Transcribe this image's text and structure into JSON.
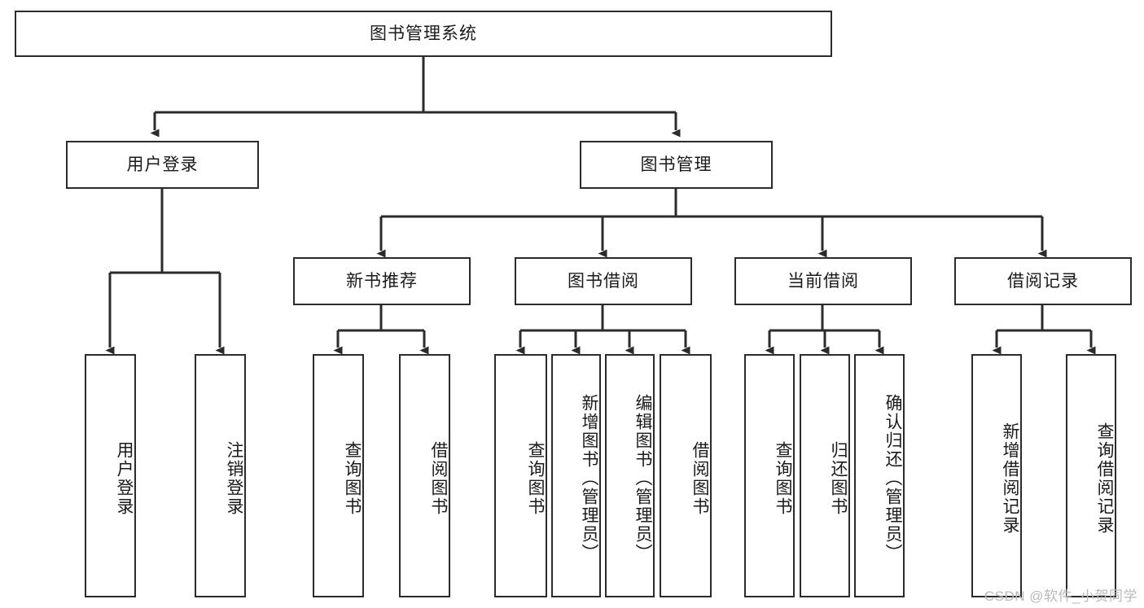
{
  "diagram": {
    "title": "图书管理系统",
    "type": "hierarchy-tree",
    "root": {
      "label": "图书管理系统"
    },
    "level2": [
      {
        "label": "用户登录"
      },
      {
        "label": "图书管理"
      }
    ],
    "level3": [
      {
        "label": "新书推荐"
      },
      {
        "label": "图书借阅"
      },
      {
        "label": "当前借阅"
      },
      {
        "label": "借阅记录"
      }
    ],
    "leaves": [
      {
        "label": "用户登录",
        "parent": "用户登录"
      },
      {
        "label": "注销登录",
        "parent": "用户登录"
      },
      {
        "label": "查询图书",
        "parent": "新书推荐"
      },
      {
        "label": "借阅图书",
        "parent": "新书推荐"
      },
      {
        "label": "查询图书",
        "parent": "图书借阅"
      },
      {
        "label": "新增图书（管理员）",
        "parent": "图书借阅"
      },
      {
        "label": "编辑图书（管理员）",
        "parent": "图书借阅"
      },
      {
        "label": "借阅图书",
        "parent": "图书借阅"
      },
      {
        "label": "查询图书",
        "parent": "当前借阅"
      },
      {
        "label": "归还图书",
        "parent": "当前借阅"
      },
      {
        "label": "确认归还（管理员）",
        "parent": "当前借阅"
      },
      {
        "label": "新增借阅记录",
        "parent": "借阅记录"
      },
      {
        "label": "查询借阅记录",
        "parent": "借阅记录"
      }
    ]
  },
  "watermark": {
    "text": "CSDN @软件_小贺同学"
  },
  "colors": {
    "stroke": "#2b2b2b",
    "fill": "#ffffff",
    "text": "#1a1a1a",
    "watermark": "#b9b9b9"
  }
}
